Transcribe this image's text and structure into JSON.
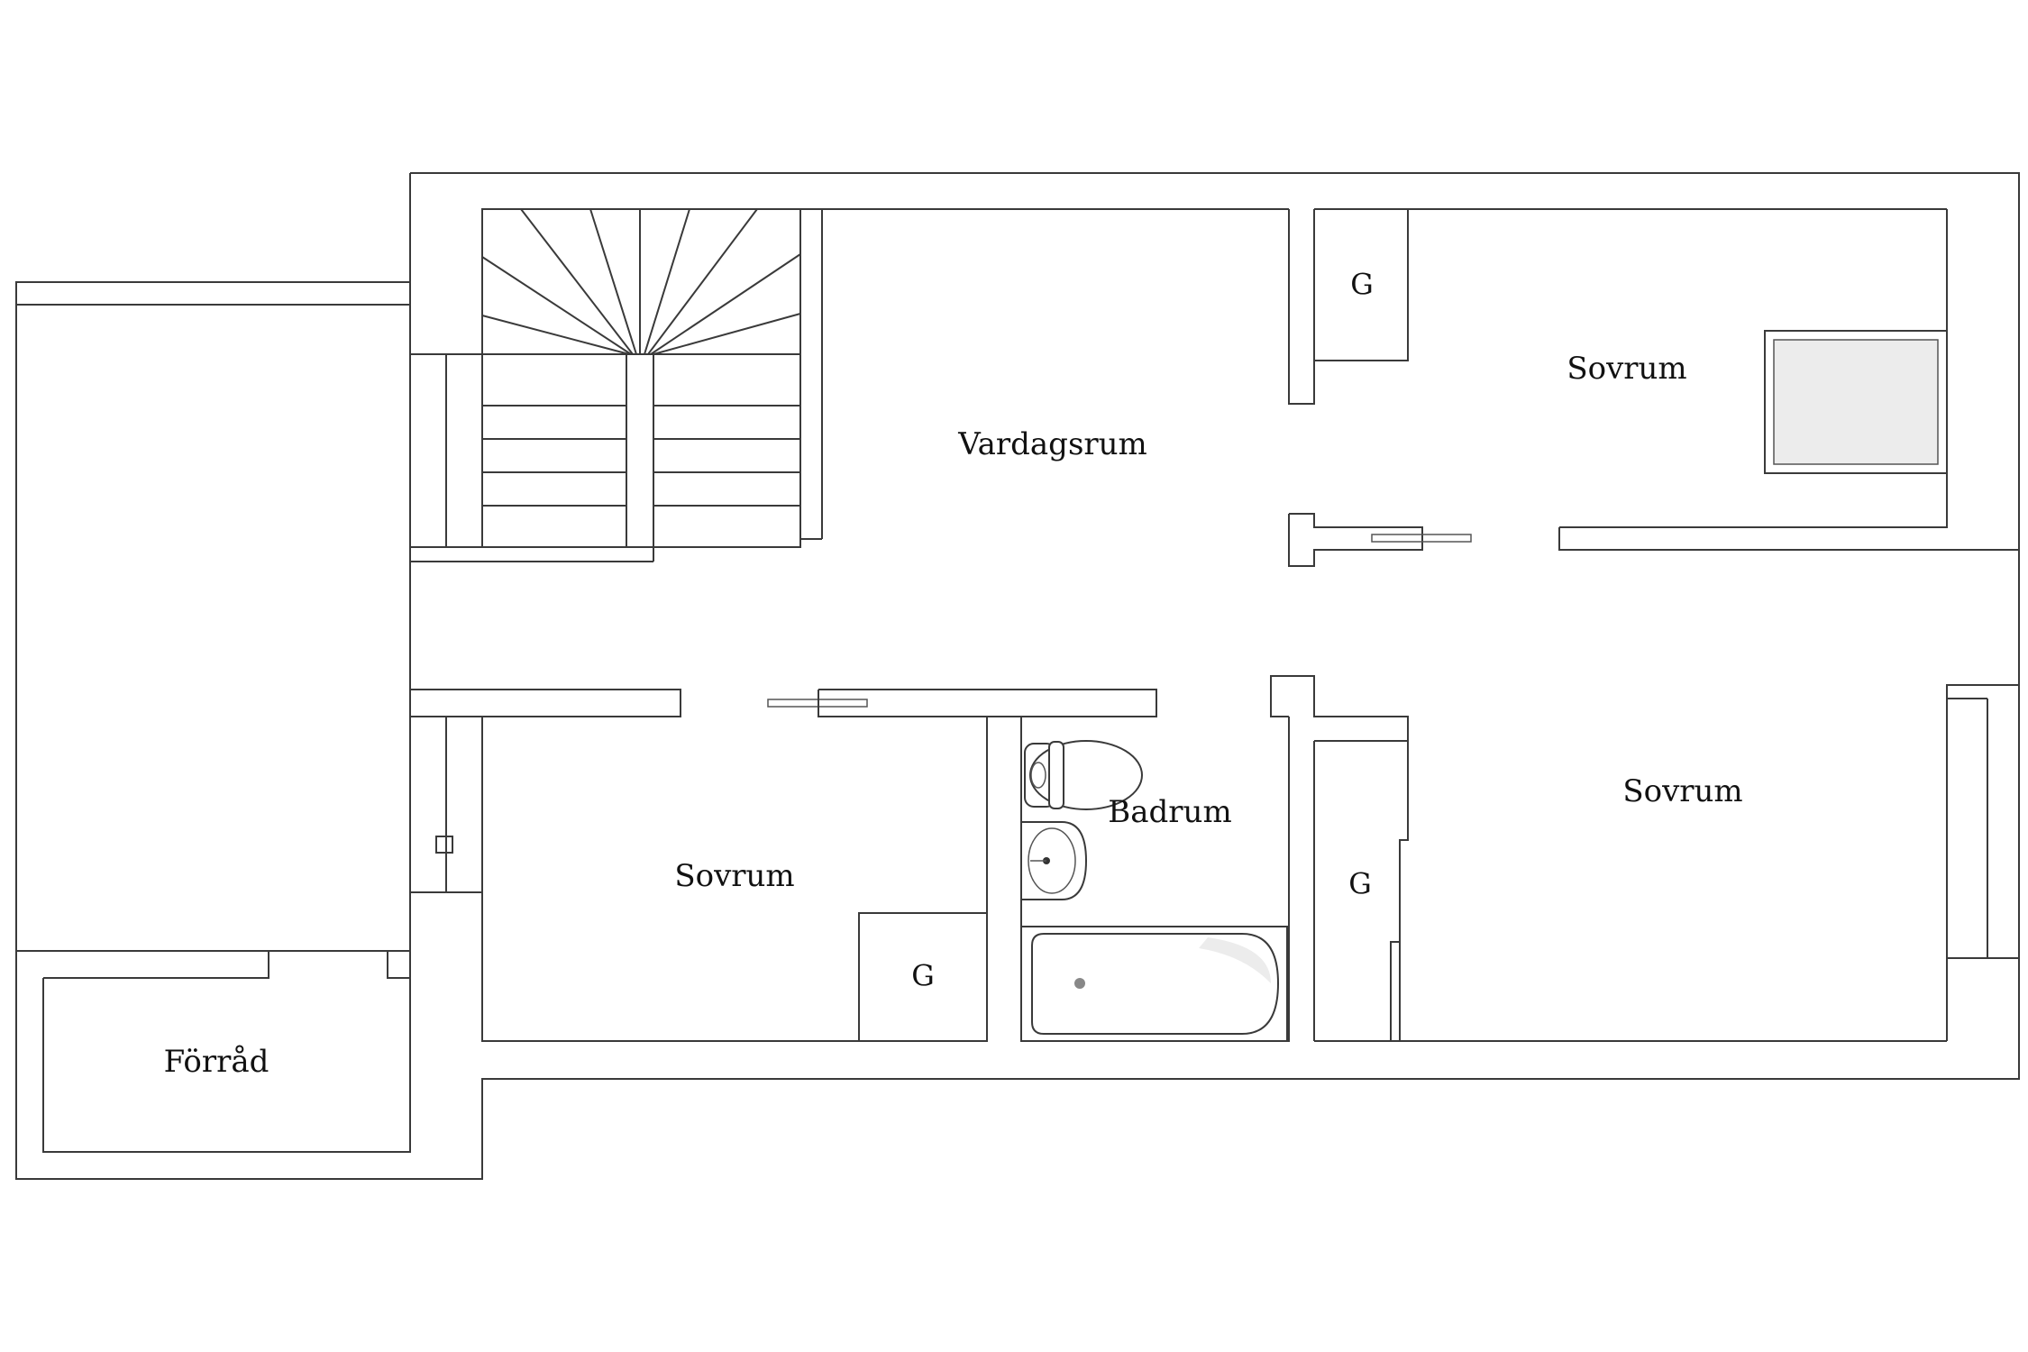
{
  "rooms": {
    "living_room": "Vardagsrum",
    "bedroom_top_right": "Sovrum",
    "bedroom_bottom_left": "Sovrum",
    "bedroom_bottom_right": "Sovrum",
    "bathroom": "Badrum",
    "storage": "Förråd"
  },
  "closets": {
    "closet_top": "G",
    "closet_bottom_left": "G",
    "closet_right": "G"
  }
}
